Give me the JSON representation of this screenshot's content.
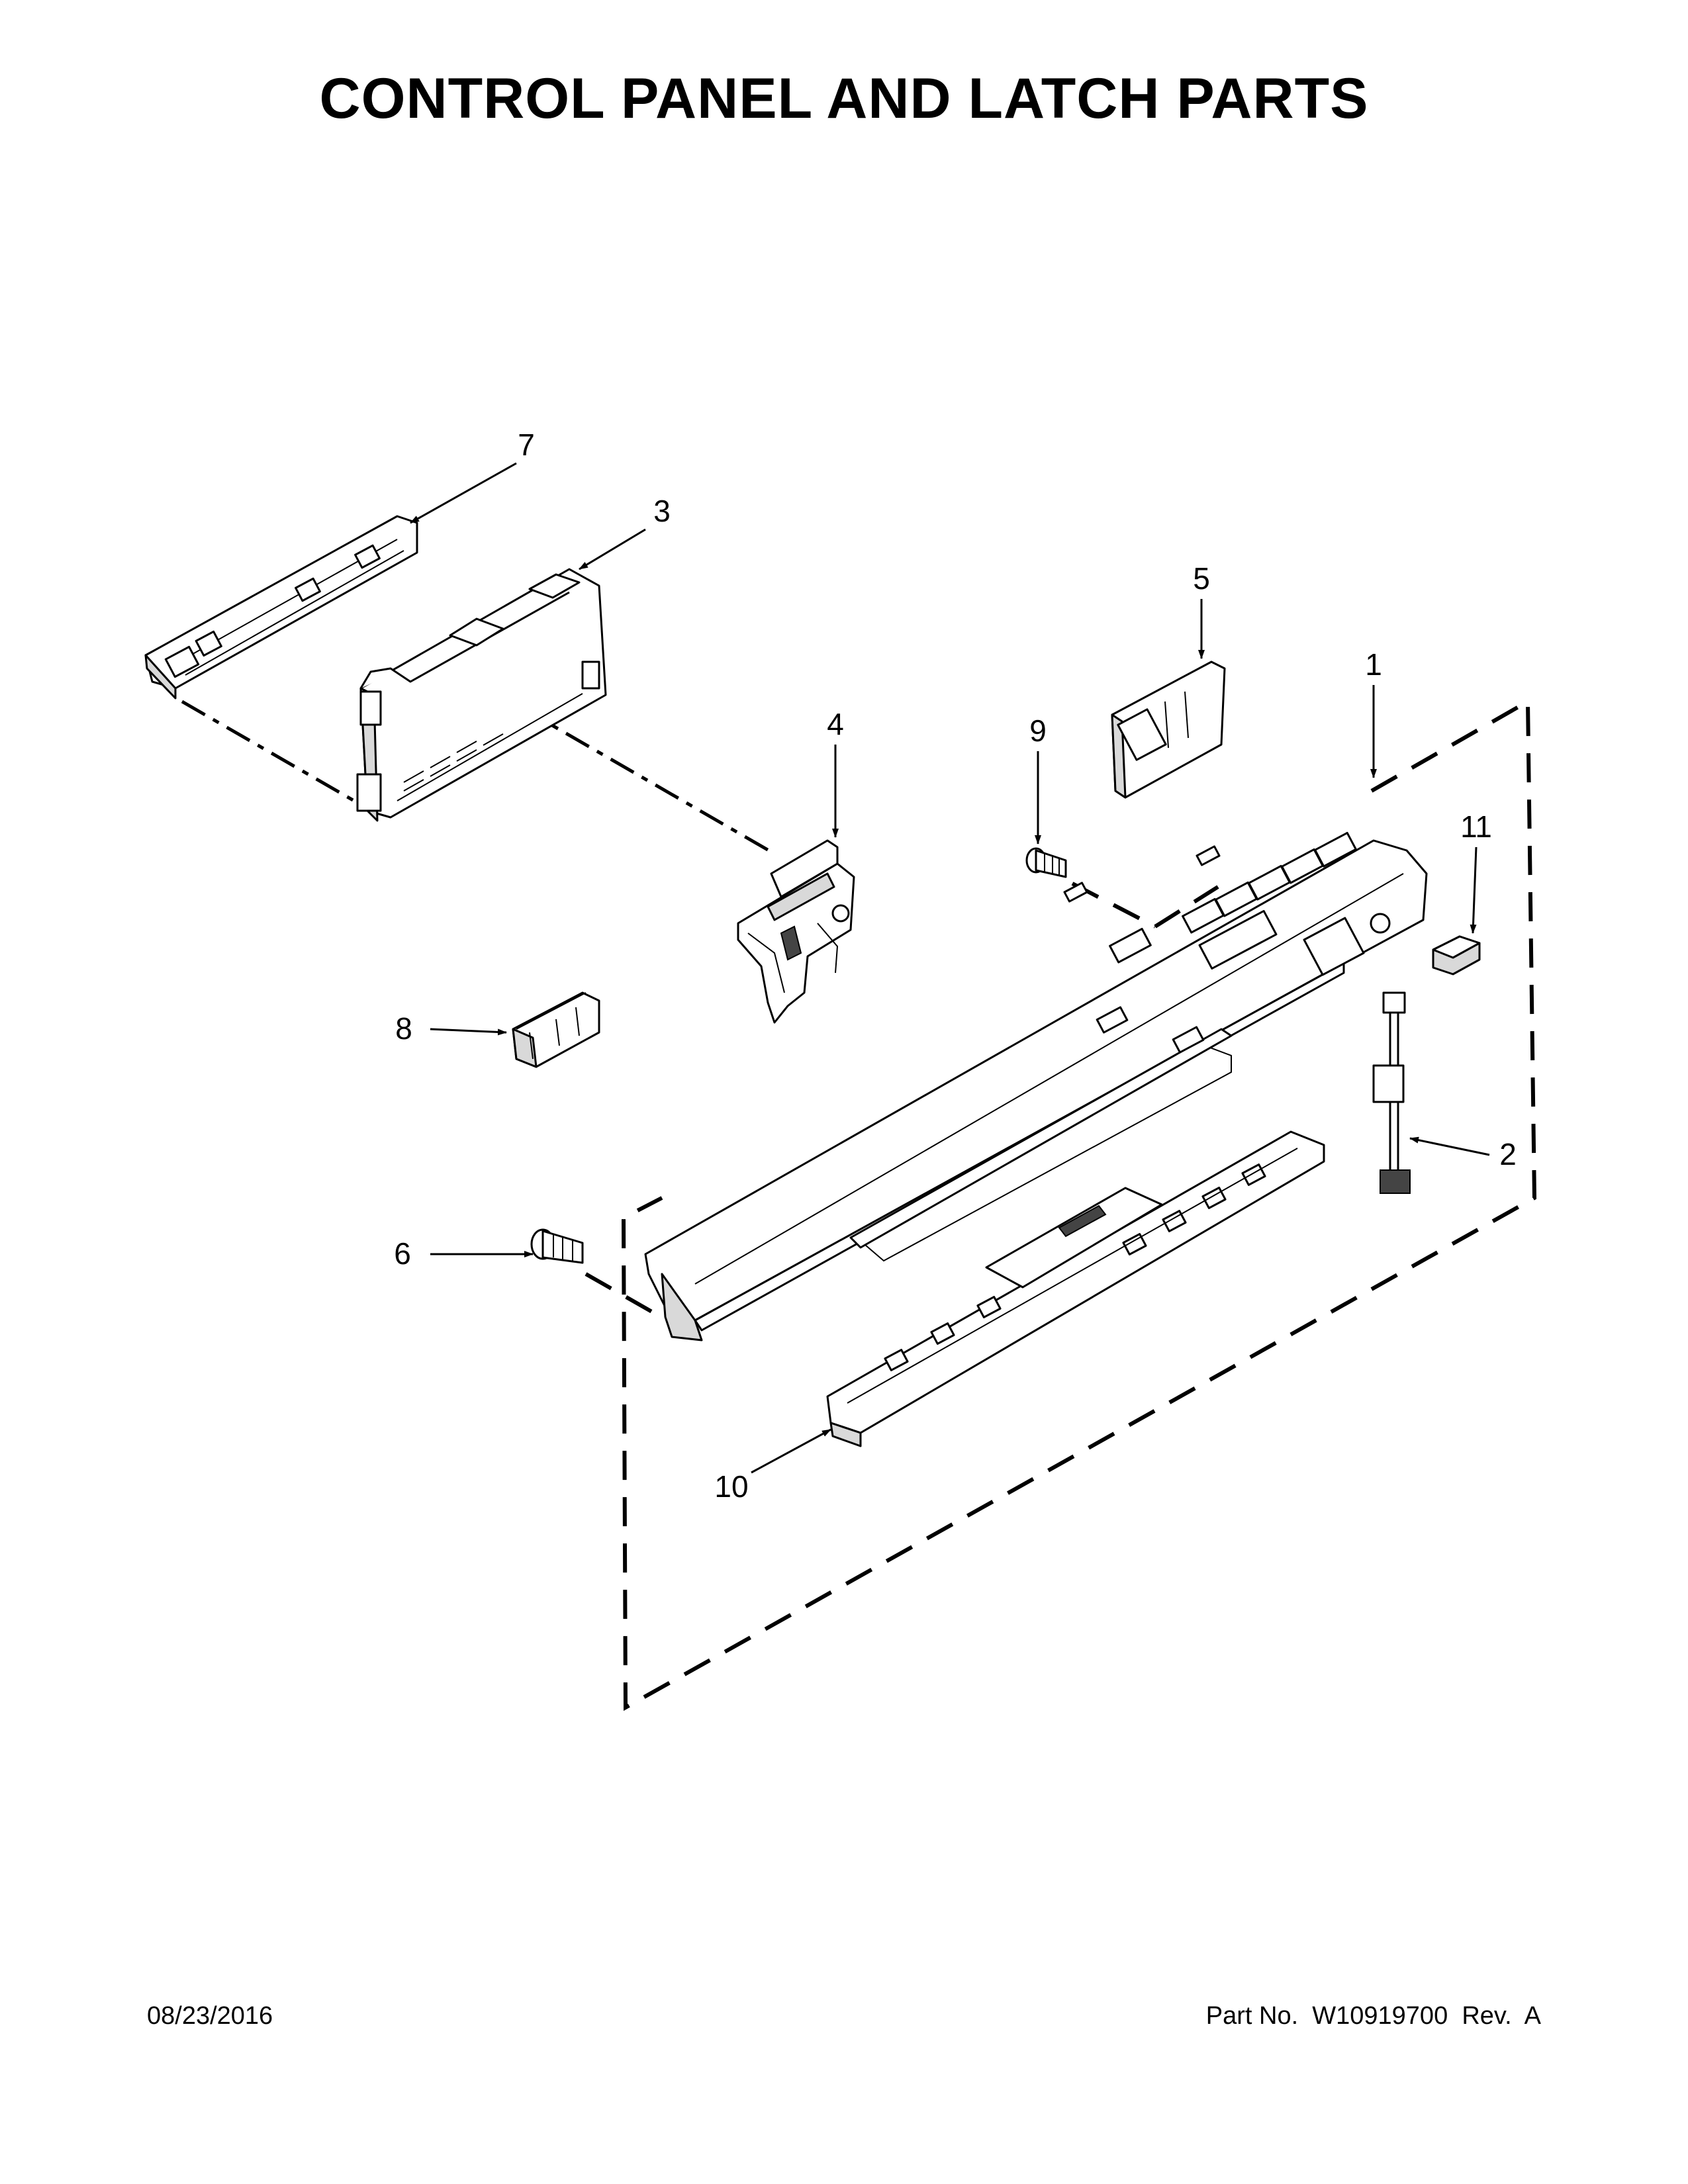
{
  "title": "CONTROL PANEL AND LATCH PARTS",
  "callouts": [
    {
      "id": "1",
      "label": "1"
    },
    {
      "id": "2",
      "label": "2"
    },
    {
      "id": "3",
      "label": "3"
    },
    {
      "id": "4",
      "label": "4"
    },
    {
      "id": "5",
      "label": "5"
    },
    {
      "id": "6",
      "label": "6"
    },
    {
      "id": "7",
      "label": "7"
    },
    {
      "id": "8",
      "label": "8"
    },
    {
      "id": "9",
      "label": "9"
    },
    {
      "id": "10",
      "label": "10"
    },
    {
      "id": "11",
      "label": "11"
    }
  ],
  "footer": {
    "date": "08/23/2016",
    "part_number": "Part No.  W10919700  Rev.  A"
  }
}
